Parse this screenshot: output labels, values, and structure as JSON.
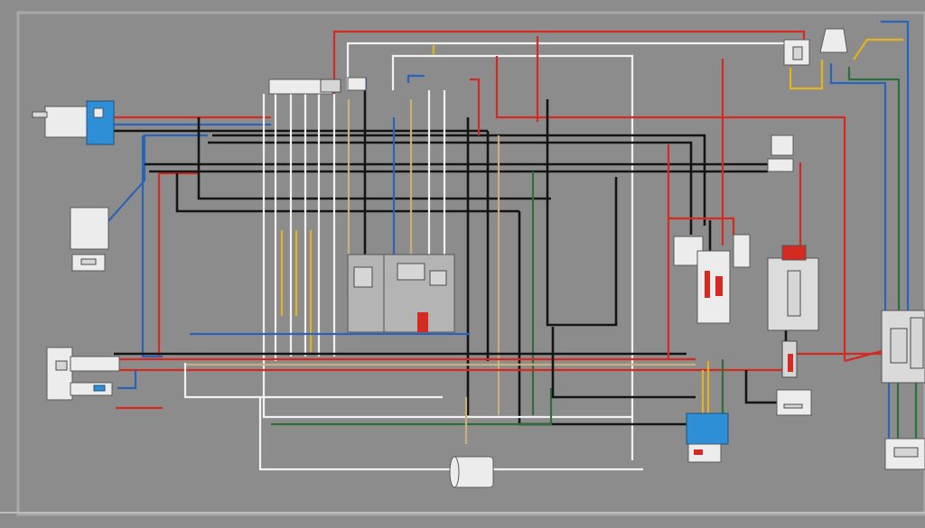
{
  "diagram": {
    "background": "#8c8c8c",
    "frame_color": "#a8a8a8",
    "wire_colors": {
      "red": "#d42a22",
      "black": "#141414",
      "white": "#f2f2f2",
      "blue": "#2a64b8",
      "green": "#2e6e3a",
      "yellow": "#e3b31f",
      "tan": "#c9b07a"
    },
    "components": [
      {
        "name": "top-center-junction-box",
        "icon": "junction-box-icon"
      },
      {
        "name": "top-right-light-fixture",
        "icon": "lamp-icon"
      },
      {
        "name": "left-connector-block",
        "icon": "connector-icon"
      },
      {
        "name": "left-outlet-box",
        "icon": "outlet-icon"
      },
      {
        "name": "left-lower-switch-box",
        "icon": "switch-icon"
      },
      {
        "name": "center-terminal-panel",
        "icon": "terminal-block-icon"
      },
      {
        "name": "center-right-breaker",
        "icon": "breaker-icon"
      },
      {
        "name": "right-switch-panel",
        "icon": "switch-panel-icon"
      },
      {
        "name": "far-right-distribution-panel",
        "icon": "panel-icon"
      },
      {
        "name": "bottom-center-blue-block",
        "icon": "connector-icon"
      },
      {
        "name": "bottom-right-meter",
        "icon": "meter-icon"
      },
      {
        "name": "bottom-cylinder-device",
        "icon": "motor-icon"
      },
      {
        "name": "right-small-outlet",
        "icon": "outlet-icon"
      }
    ]
  }
}
